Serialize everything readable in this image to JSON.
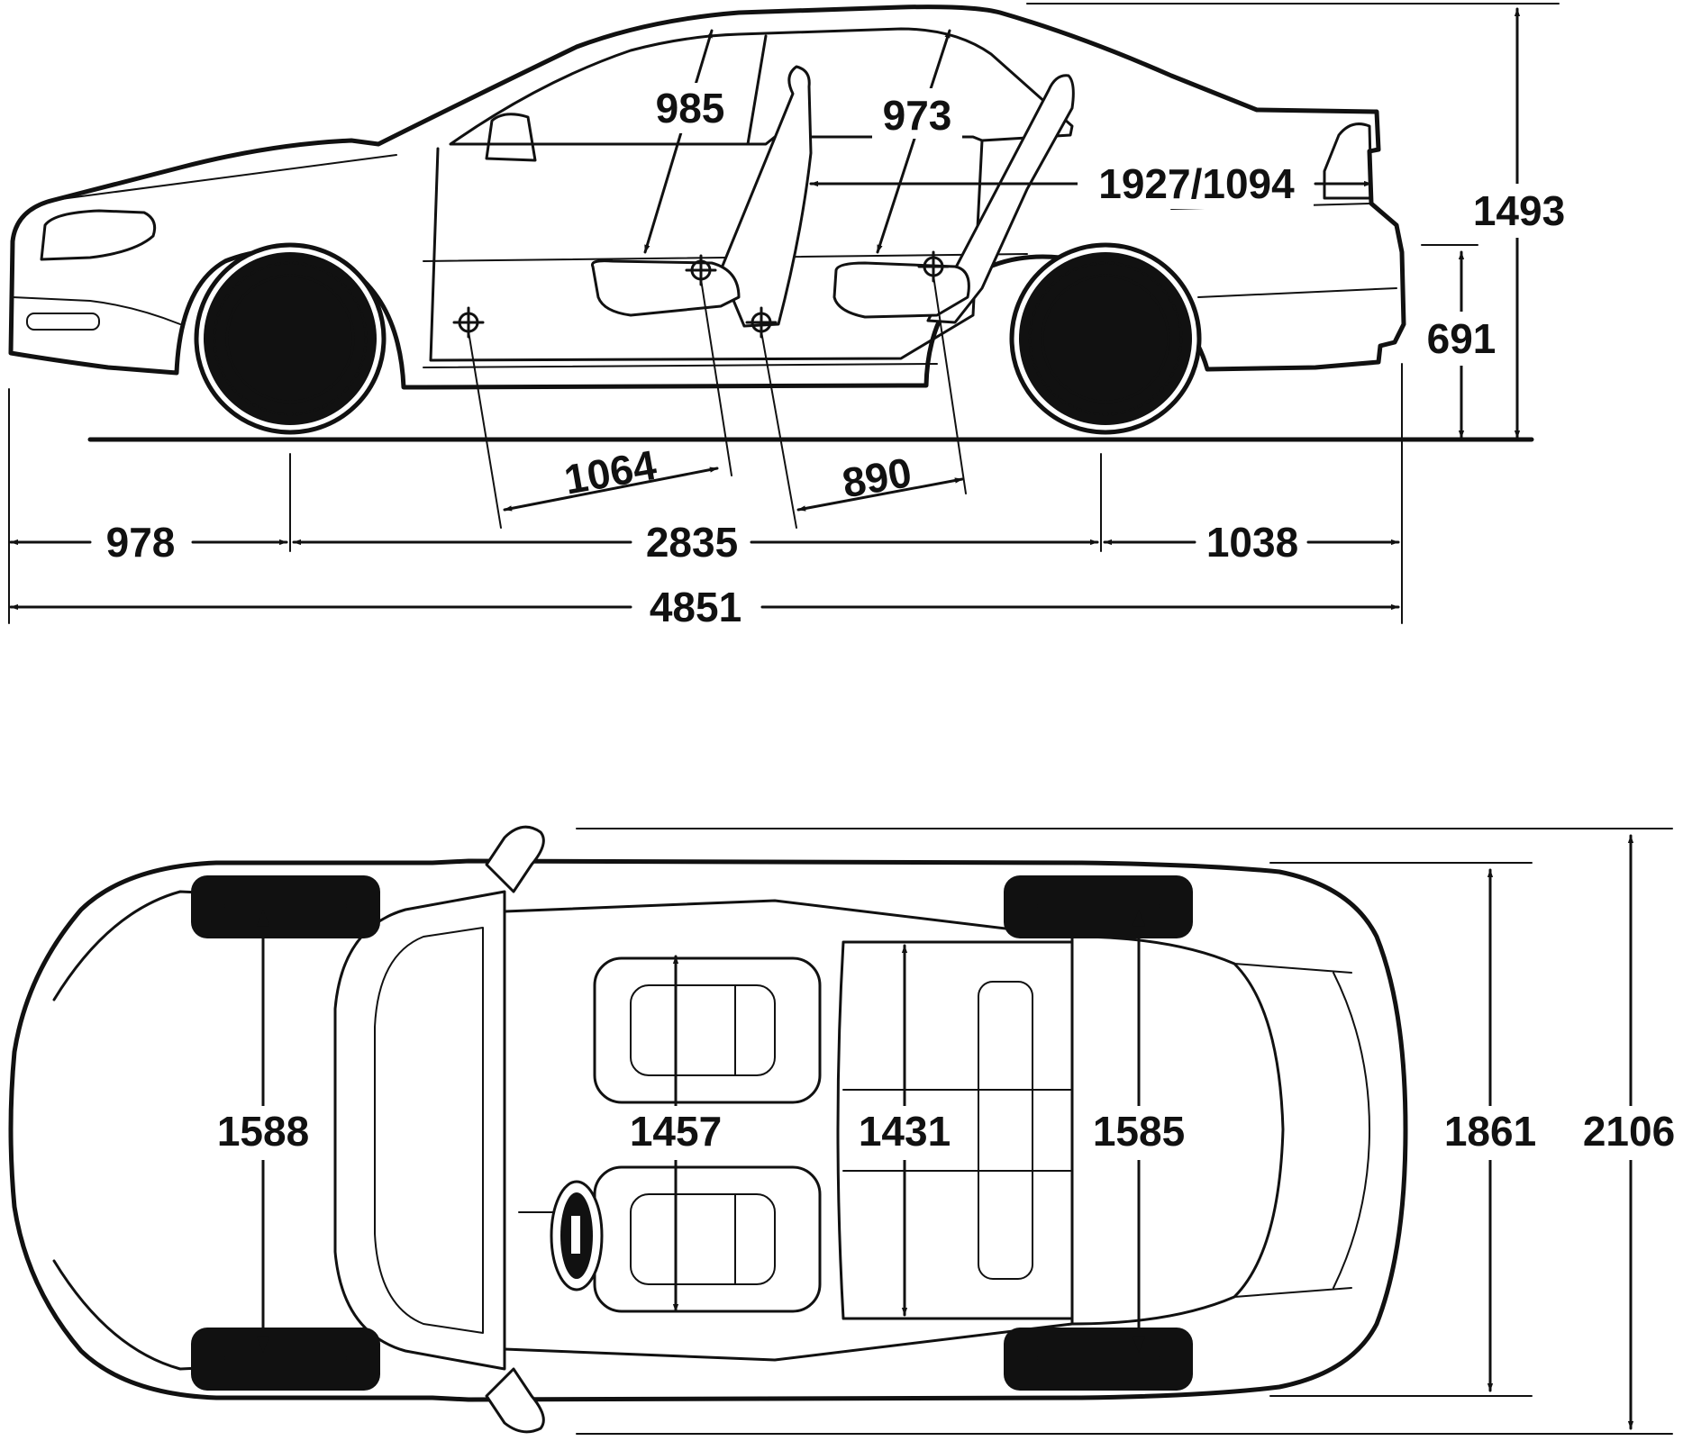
{
  "colors": {
    "ink": "#111111",
    "background": "#ffffff"
  },
  "side_view": {
    "labels": {
      "front_headroom": "985",
      "rear_headroom": "973",
      "load_length": "1927/1094",
      "height": "1493",
      "rear_sill_height": "691",
      "front_legroom": "1064",
      "rear_legroom": "890",
      "front_overhang": "978",
      "wheelbase": "2835",
      "rear_overhang": "1038",
      "overall_length": "4851"
    }
  },
  "top_view": {
    "labels": {
      "front_track": "1588",
      "front_shoulder_room": "1457",
      "rear_shoulder_room": "1431",
      "rear_track": "1585",
      "width_mirrors_folded": "1861",
      "width_with_mirrors": "2106"
    }
  }
}
